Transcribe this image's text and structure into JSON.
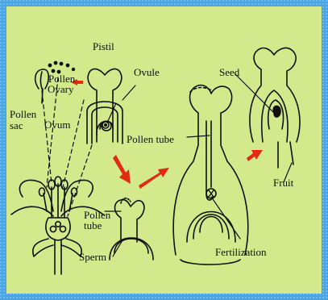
{
  "colors": {
    "background": "#d3e98c",
    "border": "#4aa3e2",
    "ink": "#111111",
    "arrow": "#e02a12"
  },
  "labels": {
    "pistil": "Pistil",
    "pollen_top": "Pollen",
    "ovary": "Ovary",
    "ovule": "Ovule",
    "pollen_sac_line1": "Pollen",
    "pollen_sac_line2": "sac",
    "ovum": "Ovum",
    "pollen_tube_mid": "Pollen tube",
    "seed": "Seed",
    "fruit": "Fruit",
    "pollen_tube_low_line1": "Pollen",
    "pollen_tube_low_line2": "tube",
    "sperm": "Sperm",
    "fertilization": "Fertilization"
  }
}
